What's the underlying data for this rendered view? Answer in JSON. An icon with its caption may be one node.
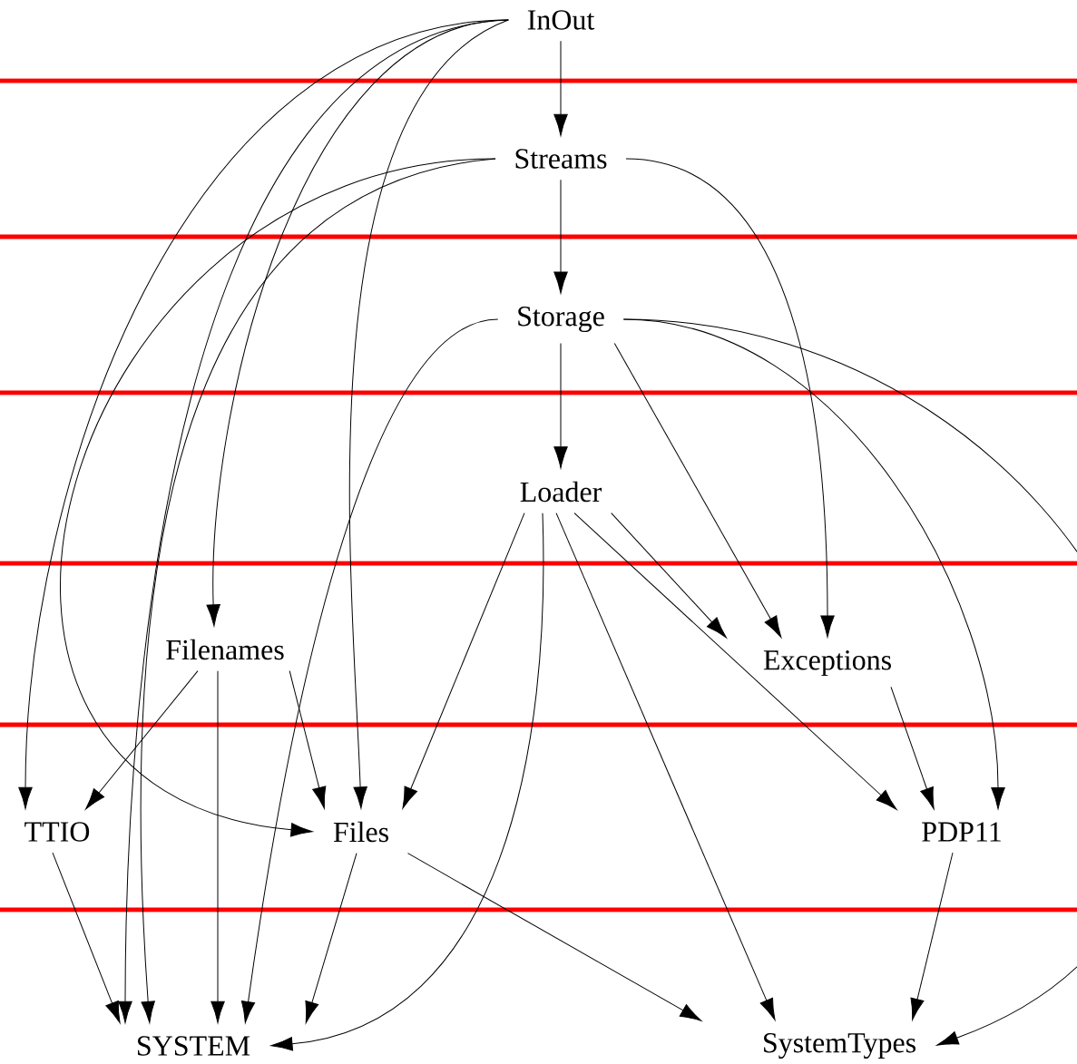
{
  "diagram": {
    "nodes": [
      {
        "text": [
          "InOut"
        ]
      },
      {
        "text": [
          "Streams"
        ]
      },
      {
        "text": [
          "Storage"
        ]
      },
      {
        "text": [
          "Loader"
        ]
      },
      {
        "text": [
          "Filenames"
        ]
      },
      {
        "text": [
          "Exceptions"
        ]
      },
      {
        "text": [
          "TTIO"
        ]
      },
      {
        "text": [
          "Files"
        ]
      },
      {
        "text": [
          "PDP11"
        ]
      },
      {
        "text": [
          "SYSTEM"
        ]
      },
      {
        "text": [
          "SystemTypes"
        ]
      }
    ],
    "edges": [
      {
        "from": 0,
        "to": 1,
        "arrow": "to"
      },
      {
        "from": 0,
        "to": 6,
        "arrow": "to"
      },
      {
        "from": 0,
        "to": 4,
        "arrow": "to"
      },
      {
        "from": 0,
        "to": 9,
        "arrow": "to"
      },
      {
        "from": 0,
        "to": 7,
        "arrow": "to"
      },
      {
        "from": 1,
        "to": 2,
        "arrow": "to"
      },
      {
        "from": 1,
        "to": 5,
        "arrow": "to"
      },
      {
        "from": 1,
        "to": 7,
        "arrow": "to"
      },
      {
        "from": 1,
        "to": 9,
        "arrow": "to"
      },
      {
        "from": 2,
        "to": 3,
        "arrow": "to"
      },
      {
        "from": 2,
        "to": 5,
        "arrow": "to"
      },
      {
        "from": 2,
        "to": 8,
        "arrow": "to"
      },
      {
        "from": 2,
        "to": 10,
        "arrow": "to"
      },
      {
        "from": 2,
        "to": 9,
        "arrow": "to"
      },
      {
        "from": 3,
        "to": 7,
        "arrow": "to"
      },
      {
        "from": 3,
        "to": 9,
        "arrow": "to"
      },
      {
        "from": 3,
        "to": 10,
        "arrow": "to"
      },
      {
        "from": 3,
        "to": 8,
        "arrow": "to"
      },
      {
        "from": 3,
        "to": 5,
        "arrow": "to"
      },
      {
        "from": 4,
        "to": 6,
        "arrow": "to"
      },
      {
        "from": 4,
        "to": 9,
        "arrow": "to"
      },
      {
        "from": 4,
        "to": 7,
        "arrow": "to"
      },
      {
        "from": 5,
        "to": 8,
        "arrow": "to"
      },
      {
        "from": 6,
        "to": 9,
        "arrow": "to"
      },
      {
        "from": 7,
        "to": 9,
        "arrow": "to"
      },
      {
        "from": 7,
        "to": 10,
        "arrow": "to"
      },
      {
        "from": 8,
        "to": 10,
        "arrow": "to"
      }
    ]
  }
}
